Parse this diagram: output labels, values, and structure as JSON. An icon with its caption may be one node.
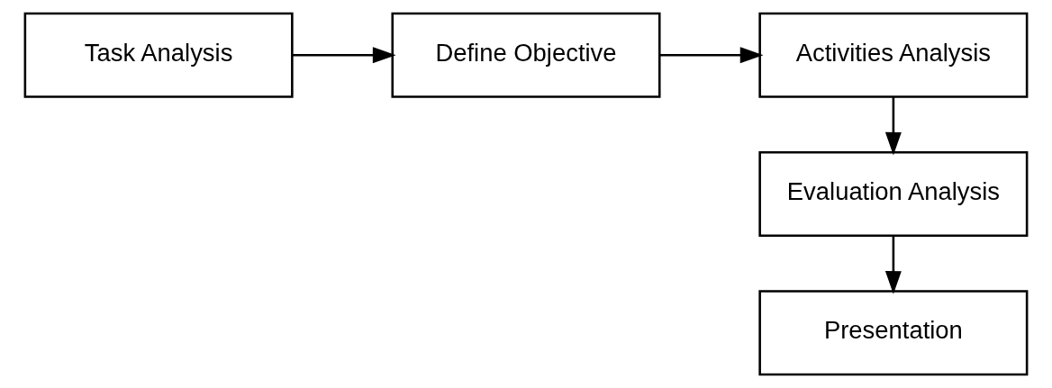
{
  "diagram": {
    "nodes": [
      {
        "text": [
          "Task Analysis"
        ]
      },
      {
        "text": [
          "Define Objective"
        ]
      },
      {
        "text": [
          "Activities Analysis"
        ]
      },
      {
        "text": [
          "Evaluation Analysis"
        ]
      },
      {
        "text": [
          "Presentation"
        ]
      }
    ],
    "edges": [
      {
        "from": 0,
        "to": 1,
        "arrow": "to"
      },
      {
        "from": 1,
        "to": 2,
        "arrow": "to"
      },
      {
        "from": 2,
        "to": 3,
        "arrow": "to"
      },
      {
        "from": 3,
        "to": 4,
        "arrow": "to"
      }
    ]
  }
}
